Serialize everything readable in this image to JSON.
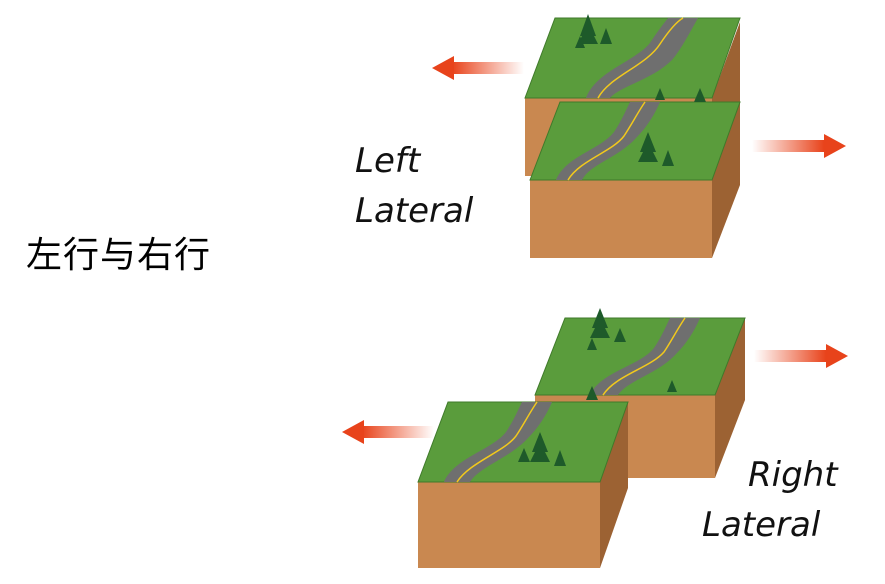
{
  "title": "左行与右行",
  "diagrams": [
    {
      "label_line1": "Left",
      "label_line2": "Lateral"
    },
    {
      "label_line1": "Right",
      "label_line2": "Lateral"
    }
  ],
  "colors": {
    "grass": "#5a9c3c",
    "grass_edge": "#3f7a2a",
    "soil_front": "#c98850",
    "soil_side": "#9c6233",
    "road": "#6f6f6f",
    "road_line": "#f2c91c",
    "arrow": "#e8431b",
    "tree": "#1e5a2a"
  }
}
